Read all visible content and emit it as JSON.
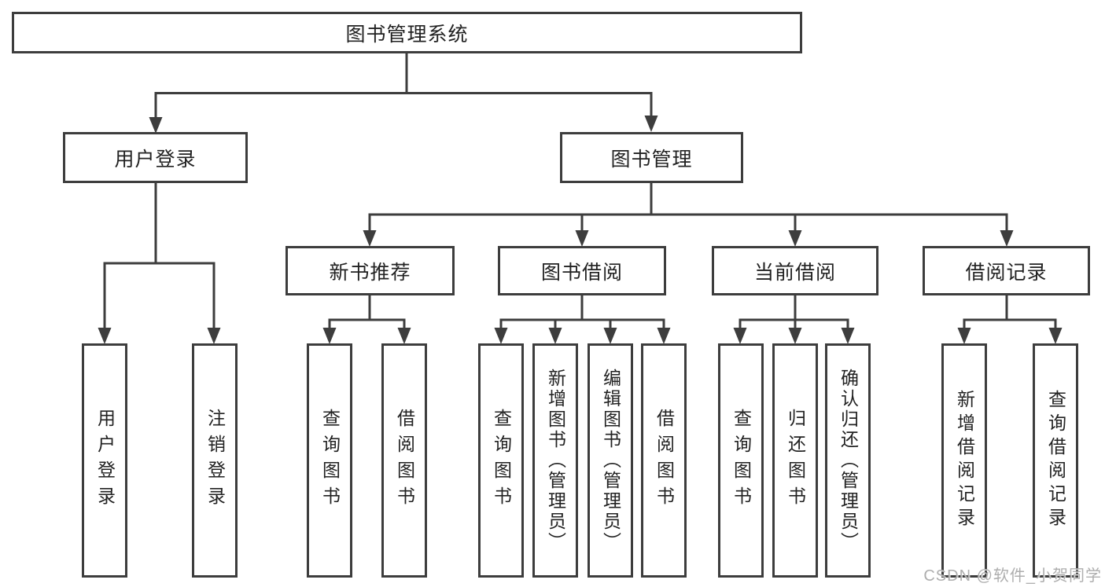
{
  "diagram": {
    "watermark": "CSDN @软件_小贺同学",
    "colors": {
      "line": "#3d3d3d",
      "box_border": "#3d3d3d",
      "box_fill": "#ffffff",
      "text": "#222222",
      "watermark": "#aeaeae",
      "background": "#ffffff"
    },
    "nodes": {
      "root": {
        "label": "图书管理系统"
      },
      "user_login": {
        "label": "用户登录"
      },
      "book_management": {
        "label": "图书管理"
      },
      "new_book_recommend": {
        "label": "新书推荐"
      },
      "book_borrowing": {
        "label": "图书借阅"
      },
      "current_borrowing": {
        "label": "当前借阅"
      },
      "borrowing_records": {
        "label": "借阅记录"
      },
      "leaf_user_login": {
        "label": "用户登录"
      },
      "leaf_logout": {
        "label": "注销登录"
      },
      "leaf_nb_query_books": {
        "label": "查询图书"
      },
      "leaf_nb_borrow_books": {
        "label": "借阅图书"
      },
      "leaf_bb_query_books": {
        "label": "查询图书"
      },
      "leaf_bb_add_books": {
        "label": "新增图书（管理员）"
      },
      "leaf_bb_edit_books": {
        "label": "编辑图书（管理员）"
      },
      "leaf_bb_borrow_books": {
        "label": "借阅图书"
      },
      "leaf_cb_query_books": {
        "label": "查询图书"
      },
      "leaf_cb_return_books": {
        "label": "归还图书"
      },
      "leaf_cb_confirm_return": {
        "label": "确认归还（管理员）"
      },
      "leaf_br_add_record": {
        "label": "新增借阅记录"
      },
      "leaf_br_query_record": {
        "label": "查询借阅记录"
      }
    }
  }
}
